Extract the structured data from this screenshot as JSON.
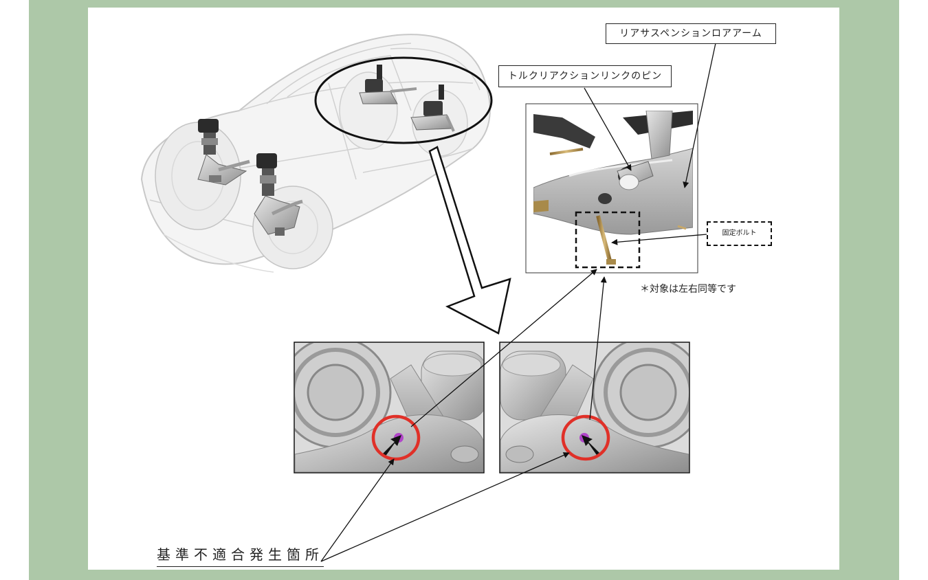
{
  "labels": {
    "rear_lower_arm": "リアサスペンションロアアーム",
    "torque_link_pin": "トルクリアクションリンクのピン",
    "fixing_bolt": "固定ボルト",
    "note": "＊対象は左右同等です",
    "nonconformity_location": "基準不適合発生箇所"
  },
  "colors": {
    "background": "#adc8a8",
    "sheet": "#ffffff",
    "highlight_circle": "#e03028",
    "bolt_marker": "#b045c8",
    "bolt": "#b89a5a"
  }
}
